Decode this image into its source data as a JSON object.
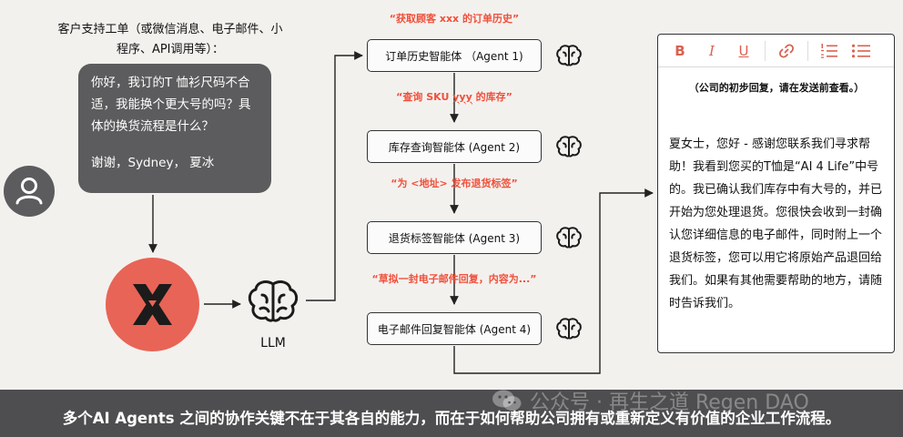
{
  "customer": {
    "channel_label": "客户支持工单（或微信消息、电子邮件、小程序、API调用等）：",
    "message": "你好，我订的T 恤衫尺码不合适，我能换个更大号的吗？具体的换货流程是什么？",
    "signoff": "谢谢，Sydney，  夏冰"
  },
  "llm": {
    "label": "LLM"
  },
  "agents": [
    {
      "label": "订单历史智能体 （Agent 1)",
      "prompt": "“获取顾客 xxx 的订单历史”"
    },
    {
      "label": "库存查询智能体 (Agent 2)",
      "prompt_before": "“查询 SKU ",
      "prompt_mark": "yyy",
      "prompt_after": " 的库存”"
    },
    {
      "label": "退货标签智能体 (Agent 3)",
      "prompt": "“为 <地址> 发布退货标签”"
    },
    {
      "label": "电子邮件回复智能体 (Agent 4)",
      "prompt": "“草拟一封电子邮件回复，内容为...”"
    }
  ],
  "editor": {
    "toolbar": {
      "bold": "B",
      "italic": "I",
      "underline": "U"
    },
    "note": "（公司的初步回复，请在发送前查看。）",
    "reply": "夏女士，您好 - 感谢您联系我们寻求帮助！我看到您买的T恤是“AI 4 Life”中号的。我已确认我们库存中有大号的，并已开始为您处理退货。您很快会收到一封确认您详细信息的电子邮件，同时附上一个退货标签，您可以用它将原始产品退回给我们。如果有其他需要帮助的地方，请随时告诉我们。"
  },
  "caption": "多个AI Agents 之间的协作关键不在于其各自的能力，而在于如何帮助公司拥有或重新定义有价值的企业工作流程。",
  "watermark": "公众号 · 再生之道 Regen DAO",
  "colors": {
    "accent_red": "#e86456",
    "prompt_red": "#f0503b",
    "bubble_gray": "#5c5b5d",
    "background": "#f3f1ee",
    "toolbar_icon": "#d9614f",
    "caption_bar": "#4e4e50"
  },
  "icons": {
    "avatar": "user-icon",
    "app_logo": "x-logo-icon",
    "llm": "brain-icon",
    "agents": "brain-icon",
    "toolbar_link": "link-icon",
    "toolbar_ordered": "ordered-list-icon",
    "toolbar_bullet": "bullet-list-icon",
    "watermark": "wechat-icon"
  }
}
